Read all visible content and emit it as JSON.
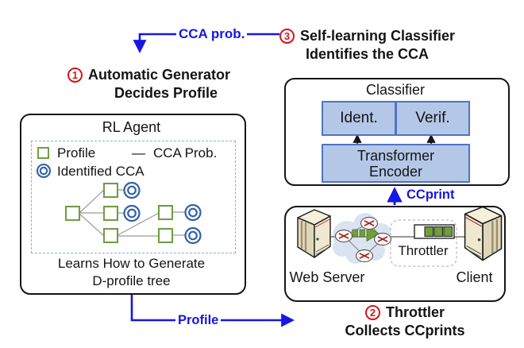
{
  "colors": {
    "flow_blue": "#1616e6",
    "step_red": "#d01818",
    "profile_node_green": "#6f9e45",
    "identified_node_blue": "#3060a8",
    "classifier_box_fill": "#b4c7e7",
    "classifier_box_border": "#4f74c0",
    "queue_green": "#6fa038",
    "cloud_fill": "#dbe3f1"
  },
  "flow_labels": {
    "cca_prob": "CCA prob.",
    "profile": "Profile",
    "ccprint": "CCprint"
  },
  "steps": {
    "one": {
      "num": "1",
      "title_line1": "Automatic Generator",
      "title_line2": "Decides Profile"
    },
    "two": {
      "num": "2",
      "title_line1": "Throttler",
      "title_line2": "Collects CCprints"
    },
    "three": {
      "num": "3",
      "title_line1": "Self-learning Classifier",
      "title_line2": "Identifies the CCA"
    }
  },
  "rl_agent": {
    "title": "RL Agent",
    "legend": {
      "profile_label": "Profile",
      "cca_prob_dash": "—",
      "cca_prob_label": "CCA Prob.",
      "identified_label": "Identified CCA"
    },
    "caption_line1": "Learns How to Generate",
    "caption_line2": "D-profile tree"
  },
  "classifier": {
    "title": "Classifier",
    "ident_label": "Ident.",
    "verif_label": "Verif.",
    "encoder_line1": "Transformer",
    "encoder_line2": "Encoder"
  },
  "network": {
    "web_server_label": "Web Server",
    "throttler_label": "Throttler",
    "client_label": "Client"
  },
  "icons": {
    "profile_node": "green-square",
    "identified_cca_node": "blue-double-circle",
    "router": "router-with-red-arrows",
    "web_server": "server-tower",
    "client": "computer-tower",
    "throttler_queue": "queue-with-green-slots",
    "network_cloud": "cloud"
  }
}
